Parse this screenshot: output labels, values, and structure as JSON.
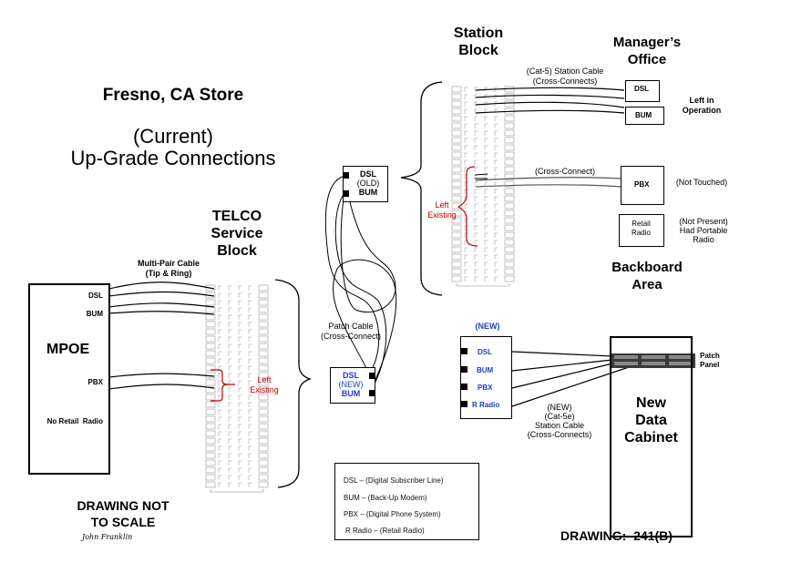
{
  "title": {
    "store": "Fresno, CA Store",
    "line1": "(Current)",
    "line2": "Up-Grade Connections"
  },
  "telco": {
    "heading": [
      "TELCO",
      "Service",
      "Block"
    ],
    "cable_label": [
      "Multi-Pair Cable",
      "(Tip & Ring)"
    ],
    "left_existing": [
      "Left",
      "Existing"
    ]
  },
  "mpoe": {
    "label": "MPOE",
    "ports": [
      "DSL",
      "BUM",
      "PBX"
    ],
    "note": "No Retail  Radio"
  },
  "station_block": {
    "heading": [
      "Station",
      "Block"
    ],
    "left_existing": [
      "Left",
      "Existing"
    ]
  },
  "managers_office": {
    "heading": [
      "Manager’s",
      "Office"
    ],
    "cable_label": [
      "(Cat-5) Station Cable",
      "(Cross-Connects)"
    ],
    "devices": [
      "DSL",
      "BUM"
    ],
    "status": [
      "Left in",
      "Operation"
    ]
  },
  "old_jack": {
    "lines": [
      "DSL",
      "(OLD)",
      "BUM"
    ]
  },
  "new_jack": {
    "lines": [
      "DSL",
      "(NEW)",
      "BUM"
    ]
  },
  "patch_cable_label": [
    "Patch Cable",
    "(Cross-Connect)"
  ],
  "pbx": {
    "cable_label": "(Cross-Connect)",
    "label": "PBX",
    "status": "(Not Touched)"
  },
  "retail_radio": {
    "label": [
      "Retail",
      "Radio"
    ],
    "status": [
      "(Not Present)",
      "Had Portable",
      "Radio"
    ]
  },
  "backboard": [
    "Backboard",
    "Area"
  ],
  "new_plate": {
    "heading": "(NEW)",
    "ports": [
      "DSL",
      "BUM",
      "PBX",
      "R Radio"
    ],
    "cable_label": [
      "(NEW)",
      "(Cat-5e)",
      "Station Cable",
      "(Cross-Connects)"
    ]
  },
  "cabinet": {
    "label": [
      "New",
      "Data",
      "Cabinet"
    ],
    "patch_panel": [
      "Patch",
      "Panel"
    ]
  },
  "legend": [
    "DSL – (Digital Subscriber  Line)",
    "BUM – (Back-Up Modem)",
    "PBX – (Digital Phone System)",
    "R Radio – (Retail Radio)"
  ],
  "footer": {
    "scale_note": [
      "DRAWING NOT",
      "TO SCALE"
    ],
    "author": "John Franklin",
    "drawing_number": "DRAWING:  241(B)"
  },
  "colors": {
    "accent_red": "#c00000",
    "accent_blue": "#1f3fbf",
    "block_gray": "#b0b0b0"
  }
}
